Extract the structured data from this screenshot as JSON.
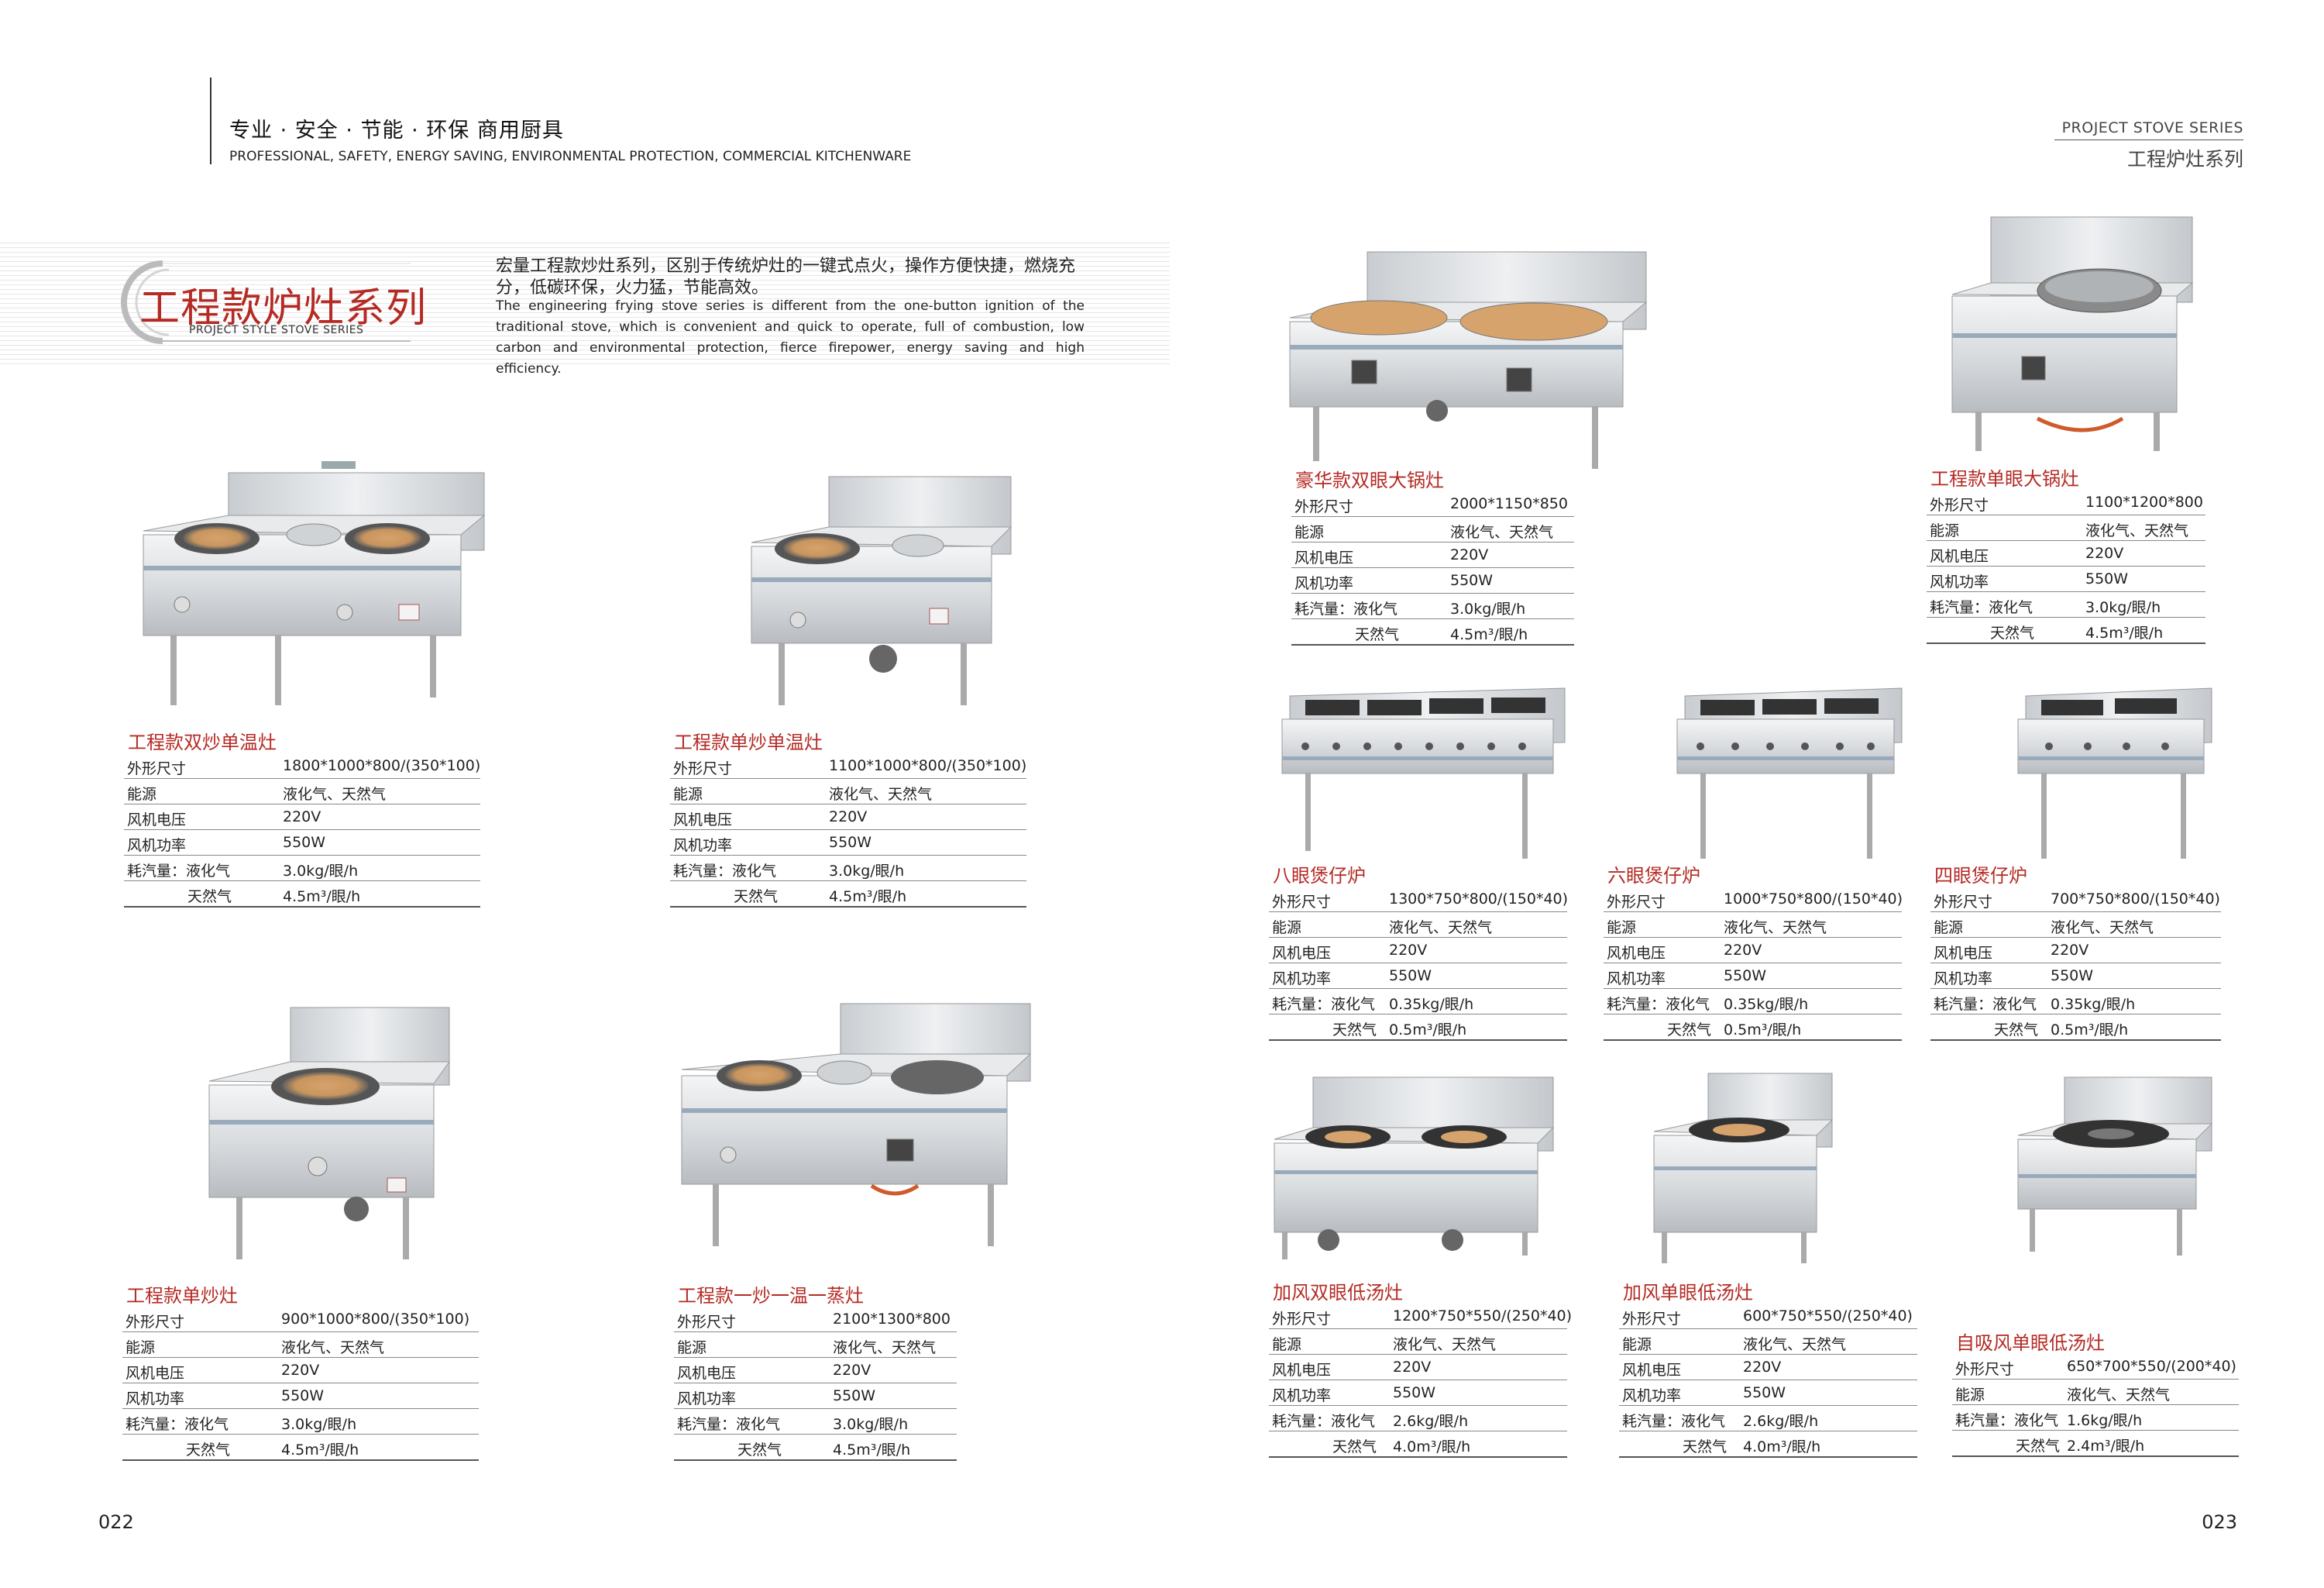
{
  "header": {
    "tagline_cn": "专业 · 安全 · 节能 · 环保 商用厨具",
    "tagline_en": "PROFESSIONAL, SAFETY, ENERGY SAVING, ENVIRONMENTAL PROTECTION, COMMERCIAL KITCHENWARE",
    "series_en": "PROJECT STOVE SERIES",
    "series_cn": "工程炉灶系列"
  },
  "banner": {
    "title_cn": "工程款炉灶系列",
    "title_en": "PROJECT STYLE STOVE SERIES",
    "intro_cn": "宏量工程款炒灶系列，区别于传统炉灶的一键式点火，操作方便快捷，燃烧充分，低碳环保，火力猛，节能高效。",
    "intro_en": "The engineering frying stove series is different from the one-button ignition of the traditional stove, which is convenient and quick to operate, full of combustion, low carbon and environmental protection, fierce firepower, energy saving and high efficiency."
  },
  "pages": {
    "left": "022",
    "right": "023"
  },
  "products": [
    {
      "name": "工程款双炒单温灶",
      "specs": [
        {
          "k": "外形尺寸",
          "v": "1800*1000*800/(350*100)"
        },
        {
          "k": "能源",
          "v": "液化气、天然气"
        },
        {
          "k": "风机电压",
          "v": "220V"
        },
        {
          "k": "风机功率",
          "v": "550W"
        },
        {
          "k": "耗汽量：液化气",
          "v": "3.0kg/眼/h"
        },
        {
          "k": "天然气",
          "v": "4.5m³/眼/h"
        }
      ]
    },
    {
      "name": "工程款单炒单温灶",
      "specs": [
        {
          "k": "外形尺寸",
          "v": "1100*1000*800/(350*100)"
        },
        {
          "k": "能源",
          "v": "液化气、天然气"
        },
        {
          "k": "风机电压",
          "v": "220V"
        },
        {
          "k": "风机功率",
          "v": "550W"
        },
        {
          "k": "耗汽量：液化气",
          "v": "3.0kg/眼/h"
        },
        {
          "k": "天然气",
          "v": "4.5m³/眼/h"
        }
      ]
    },
    {
      "name": "工程款单炒灶",
      "specs": [
        {
          "k": "外形尺寸",
          "v": "900*1000*800/(350*100)"
        },
        {
          "k": "能源",
          "v": "液化气、天然气"
        },
        {
          "k": "风机电压",
          "v": "220V"
        },
        {
          "k": "风机功率",
          "v": "550W"
        },
        {
          "k": "耗汽量：液化气",
          "v": "3.0kg/眼/h"
        },
        {
          "k": "天然气",
          "v": "4.5m³/眼/h"
        }
      ]
    },
    {
      "name": "工程款一炒一温一蒸灶",
      "specs": [
        {
          "k": "外形尺寸",
          "v": "2100*1300*800"
        },
        {
          "k": "能源",
          "v": "液化气、天然气"
        },
        {
          "k": "风机电压",
          "v": "220V"
        },
        {
          "k": "风机功率",
          "v": "550W"
        },
        {
          "k": "耗汽量：液化气",
          "v": "3.0kg/眼/h"
        },
        {
          "k": "天然气",
          "v": "4.5m³/眼/h"
        }
      ]
    },
    {
      "name": "豪华款双眼大锅灶",
      "specs": [
        {
          "k": "外形尺寸",
          "v": "2000*1150*850"
        },
        {
          "k": "能源",
          "v": "液化气、天然气"
        },
        {
          "k": "风机电压",
          "v": "220V"
        },
        {
          "k": "风机功率",
          "v": "550W"
        },
        {
          "k": "耗汽量：液化气",
          "v": "3.0kg/眼/h"
        },
        {
          "k": "天然气",
          "v": "4.5m³/眼/h"
        }
      ]
    },
    {
      "name": "工程款单眼大锅灶",
      "specs": [
        {
          "k": "外形尺寸",
          "v": "1100*1200*800"
        },
        {
          "k": "能源",
          "v": "液化气、天然气"
        },
        {
          "k": "风机电压",
          "v": "220V"
        },
        {
          "k": "风机功率",
          "v": "550W"
        },
        {
          "k": "耗汽量：液化气",
          "v": "3.0kg/眼/h"
        },
        {
          "k": "天然气",
          "v": "4.5m³/眼/h"
        }
      ]
    },
    {
      "name": "八眼煲仔炉",
      "specs": [
        {
          "k": "外形尺寸",
          "v": "1300*750*800/(150*40)"
        },
        {
          "k": "能源",
          "v": "液化气、天然气"
        },
        {
          "k": "风机电压",
          "v": "220V"
        },
        {
          "k": "风机功率",
          "v": "550W"
        },
        {
          "k": "耗汽量：液化气",
          "v": "0.35kg/眼/h"
        },
        {
          "k": "天然气",
          "v": "0.5m³/眼/h"
        }
      ]
    },
    {
      "name": "六眼煲仔炉",
      "specs": [
        {
          "k": "外形尺寸",
          "v": "1000*750*800/(150*40)"
        },
        {
          "k": "能源",
          "v": "液化气、天然气"
        },
        {
          "k": "风机电压",
          "v": "220V"
        },
        {
          "k": "风机功率",
          "v": "550W"
        },
        {
          "k": "耗汽量：液化气",
          "v": "0.35kg/眼/h"
        },
        {
          "k": "天然气",
          "v": "0.5m³/眼/h"
        }
      ]
    },
    {
      "name": "四眼煲仔炉",
      "specs": [
        {
          "k": "外形尺寸",
          "v": "700*750*800/(150*40)"
        },
        {
          "k": "能源",
          "v": "液化气、天然气"
        },
        {
          "k": "风机电压",
          "v": "220V"
        },
        {
          "k": "风机功率",
          "v": "550W"
        },
        {
          "k": "耗汽量：液化气",
          "v": "0.35kg/眼/h"
        },
        {
          "k": "天然气",
          "v": "0.5m³/眼/h"
        }
      ]
    },
    {
      "name": "加风双眼低汤灶",
      "specs": [
        {
          "k": "外形尺寸",
          "v": "1200*750*550/(250*40)"
        },
        {
          "k": "能源",
          "v": "液化气、天然气"
        },
        {
          "k": "风机电压",
          "v": "220V"
        },
        {
          "k": "风机功率",
          "v": "550W"
        },
        {
          "k": "耗汽量：液化气",
          "v": "2.6kg/眼/h"
        },
        {
          "k": "天然气",
          "v": "4.0m³/眼/h"
        }
      ]
    },
    {
      "name": "加风单眼低汤灶",
      "specs": [
        {
          "k": "外形尺寸",
          "v": "600*750*550/(250*40)"
        },
        {
          "k": "能源",
          "v": "液化气、天然气"
        },
        {
          "k": "风机电压",
          "v": "220V"
        },
        {
          "k": "风机功率",
          "v": "550W"
        },
        {
          "k": "耗汽量：液化气",
          "v": "2.6kg/眼/h"
        },
        {
          "k": "天然气",
          "v": "4.0m³/眼/h"
        }
      ]
    },
    {
      "name": "自吸风单眼低汤灶",
      "specs": [
        {
          "k": "外形尺寸",
          "v": "650*700*550/(200*40)"
        },
        {
          "k": "能源",
          "v": "液化气、天然气"
        },
        {
          "k": "耗汽量：液化气",
          "v": "1.6kg/眼/h"
        },
        {
          "k": "天然气",
          "v": "2.4m³/眼/h"
        }
      ]
    }
  ]
}
